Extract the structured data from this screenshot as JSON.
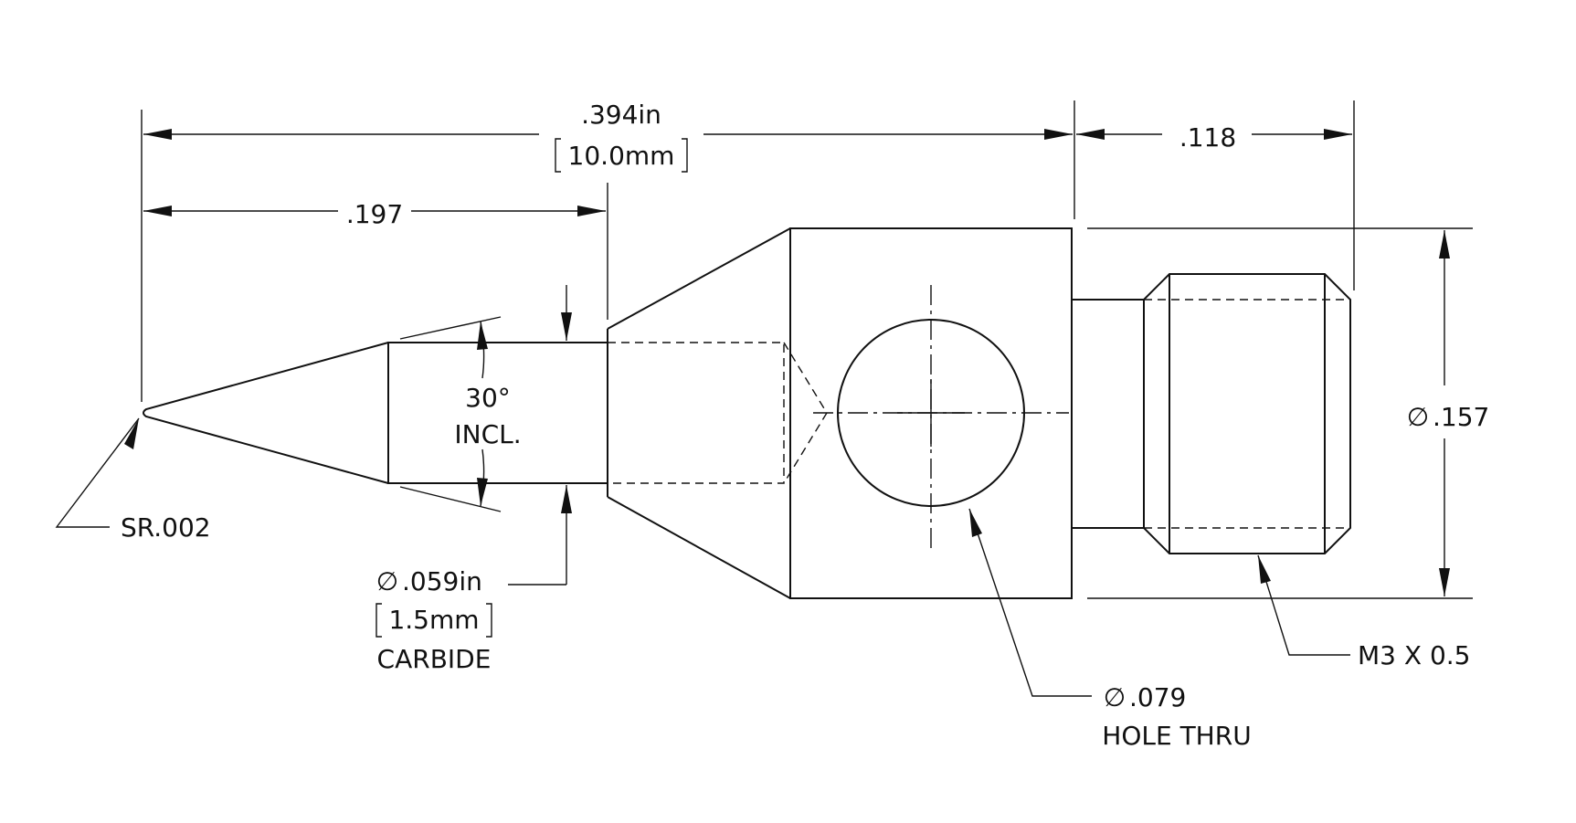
{
  "dimensions": {
    "overall_length": ".394in",
    "overall_length_metric": "10.0mm",
    "thread_length": ".118",
    "tip_length": ".197",
    "body_diameter": ".157",
    "tip_diameter": ".059in",
    "tip_diameter_metric": "1.5mm",
    "tip_material": "CARBIDE",
    "cone_angle": "30°",
    "cone_angle_note": "INCL.",
    "tip_radius": "SR.002",
    "hole_diameter": ".079",
    "hole_note": "HOLE THRU",
    "thread_spec": "M3 X 0.5"
  },
  "symbols": {
    "diameter": "∅"
  }
}
